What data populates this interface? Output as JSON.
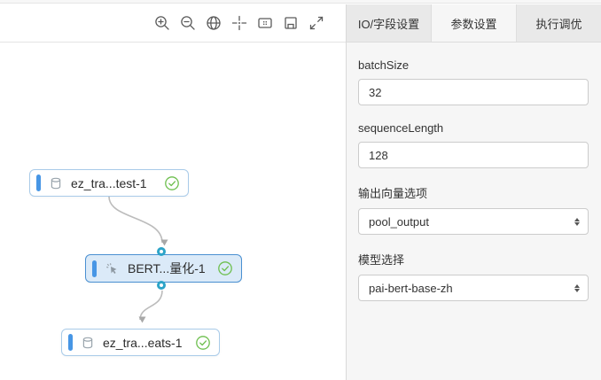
{
  "toolbar": {
    "icons": [
      {
        "name": "zoom-in-icon"
      },
      {
        "name": "zoom-out-icon"
      },
      {
        "name": "globe-overview-icon"
      },
      {
        "name": "center-focus-icon"
      },
      {
        "name": "minimap-icon"
      },
      {
        "name": "fit-selection-icon"
      },
      {
        "name": "fullscreen-icon"
      }
    ]
  },
  "tabs": [
    {
      "label": "IO/字段设置",
      "active": false
    },
    {
      "label": "参数设置",
      "active": true
    },
    {
      "label": "执行调优",
      "active": false
    }
  ],
  "panel": {
    "fields": [
      {
        "type": "input",
        "label": "batchSize",
        "value": "32"
      },
      {
        "type": "input",
        "label": "sequenceLength",
        "value": "128"
      },
      {
        "type": "select",
        "label": "输出向量选项",
        "value": "pool_output"
      },
      {
        "type": "select",
        "label": "模型选择",
        "value": "pai-bert-base-zh"
      }
    ]
  },
  "canvas": {
    "nodes": [
      {
        "label": "ez_tra...test-1",
        "icon": "database",
        "status": "success",
        "selected": false
      },
      {
        "label": "BERT...量化-1",
        "icon": "algorithm",
        "status": "success",
        "selected": true
      },
      {
        "label": "ez_tra...eats-1",
        "icon": "database",
        "status": "success",
        "selected": false
      }
    ],
    "edges": [
      {
        "from": "node-1",
        "to": "node-2"
      },
      {
        "from": "node-2",
        "to": "node-3"
      }
    ]
  },
  "colors": {
    "accent_blue": "#4796e5",
    "node_border": "#a9cbe9",
    "node_selected_border": "#4a90d2",
    "node_selected_fill": "#dbeaf8",
    "port_blue": "#2da4c8",
    "status_green": "#6dbf4e",
    "edge_gray": "#bcbcbc",
    "panel_bg": "#f6f6f6",
    "tabbar_bg": "#e9e9e9"
  }
}
